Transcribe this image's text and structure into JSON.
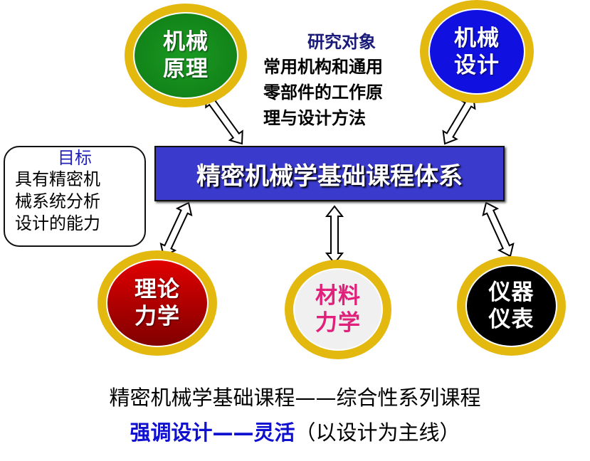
{
  "center_title": "精密机械学基础课程体系",
  "goal": {
    "title": "目标",
    "lines": [
      "具有精密机",
      "械系统分析",
      "设计的能力"
    ]
  },
  "research": {
    "title": "研究对象",
    "lines": [
      "常用机构和通用",
      "零部件的工作原",
      "理与设计方法"
    ]
  },
  "nodes": {
    "mechanism_principles": [
      "机械",
      "原理"
    ],
    "machine_design": [
      "机械",
      "设计"
    ],
    "theoretical_mechanics": [
      "理论",
      "力学"
    ],
    "material_mechanics": [
      "材料",
      "力学"
    ],
    "instruments": [
      "仪器",
      "仪表"
    ]
  },
  "footer": {
    "line1": "精密机械学基础课程——综合性系列课程",
    "line2_blue": "强调设计——灵活",
    "line2_black": "（以设计为主线）"
  },
  "colors": {
    "ring": "#e3b80f",
    "green": "#138a1a",
    "blue": "#1010e0",
    "red": "#c00000",
    "gray": "#f0f0f0",
    "black": "#000000",
    "pink": "#e0207a"
  }
}
